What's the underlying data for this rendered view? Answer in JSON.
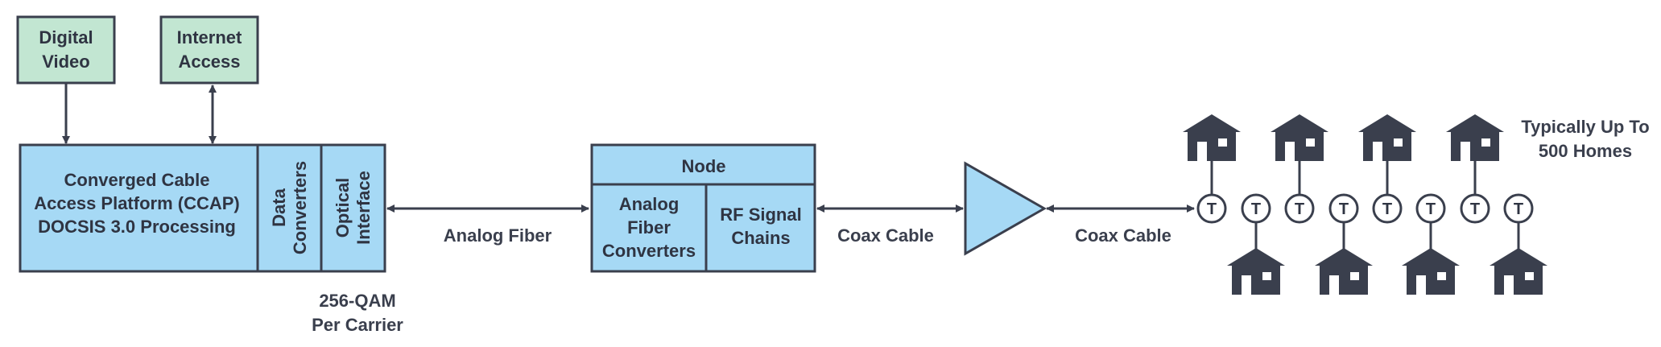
{
  "colors": {
    "green_fill": "#c2e6d2",
    "blue_fill": "#a6d9f5",
    "stroke": "#3a3f4d",
    "house": "#3a3f4d",
    "text": "#3a3f4d"
  },
  "inputs": {
    "digital_video": [
      "Digital",
      "Video"
    ],
    "internet_access": [
      "Internet",
      "Access"
    ]
  },
  "ccap": {
    "main": [
      "Converged Cable",
      "Access Platform (CCAP)",
      "DOCSIS 3.0 Processing"
    ],
    "data_converters": [
      "Data",
      "Converters"
    ],
    "optical_interface": [
      "Optical",
      "Interface"
    ],
    "modulation": [
      "256-QAM",
      "Per Carrier"
    ]
  },
  "links": {
    "analog_fiber": "Analog Fiber",
    "coax_cable_1": "Coax Cable",
    "coax_cable_2": "Coax Cable"
  },
  "node": {
    "title": "Node",
    "fiber_converters": [
      "Analog",
      "Fiber",
      "Converters"
    ],
    "rf_chains": [
      "RF Signal",
      "Chains"
    ]
  },
  "taps": {
    "symbol": "T",
    "count": 8
  },
  "homes": {
    "note": [
      "Typically Up To",
      "500 Homes"
    ]
  },
  "icons": [
    "house-icon",
    "amplifier-icon",
    "tap-icon",
    "arrow-icon"
  ]
}
